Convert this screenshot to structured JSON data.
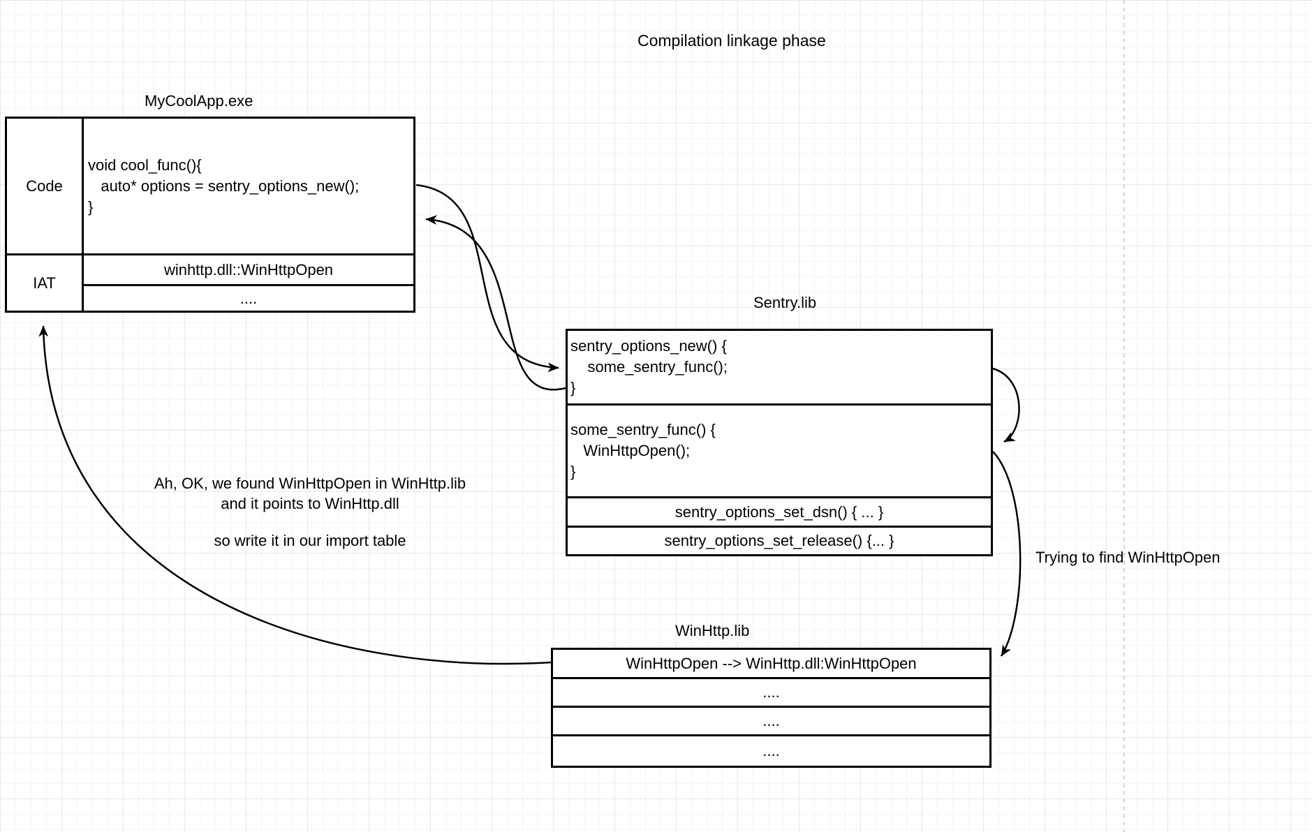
{
  "title": "Compilation linkage phase",
  "colors": {
    "stroke": "#000000",
    "background": "#ffffff",
    "grid_minor": "#f5f5f5",
    "grid_major": "#e7e7e7",
    "page_divider": "#c9c9c9"
  },
  "mycoolapp": {
    "label": "MyCoolApp.exe",
    "code_section": {
      "label": "Code",
      "lines": [
        "void cool_func(){",
        "   auto* options = sentry_options_new();",
        "}"
      ]
    },
    "iat_section": {
      "label": "IAT",
      "rows": [
        "winhttp.dll::WinHttpOpen",
        "...."
      ]
    }
  },
  "sentry_lib": {
    "label": "Sentry.lib",
    "cells": [
      {
        "lines": [
          "sentry_options_new() {",
          "    some_sentry_func();",
          "}"
        ]
      },
      {
        "lines": [
          "some_sentry_func() {",
          "   WinHttpOpen();",
          "}"
        ]
      },
      {
        "lines": [
          "sentry_options_set_dsn() { ... }"
        ]
      },
      {
        "lines": [
          "sentry_options_set_release() {... }"
        ]
      }
    ]
  },
  "winhttp_lib": {
    "label": "WinHttp.lib",
    "rows": [
      "WinHttpOpen --> WinHttp.dll:WinHttpOpen",
      "....",
      "....",
      "...."
    ]
  },
  "notes": {
    "found": [
      "Ah, OK, we found WinHttpOpen in WinHttp.lib",
      "and it points to WinHttp.dll",
      "so write it in our import table"
    ],
    "trying": "Trying to find WinHttpOpen"
  }
}
